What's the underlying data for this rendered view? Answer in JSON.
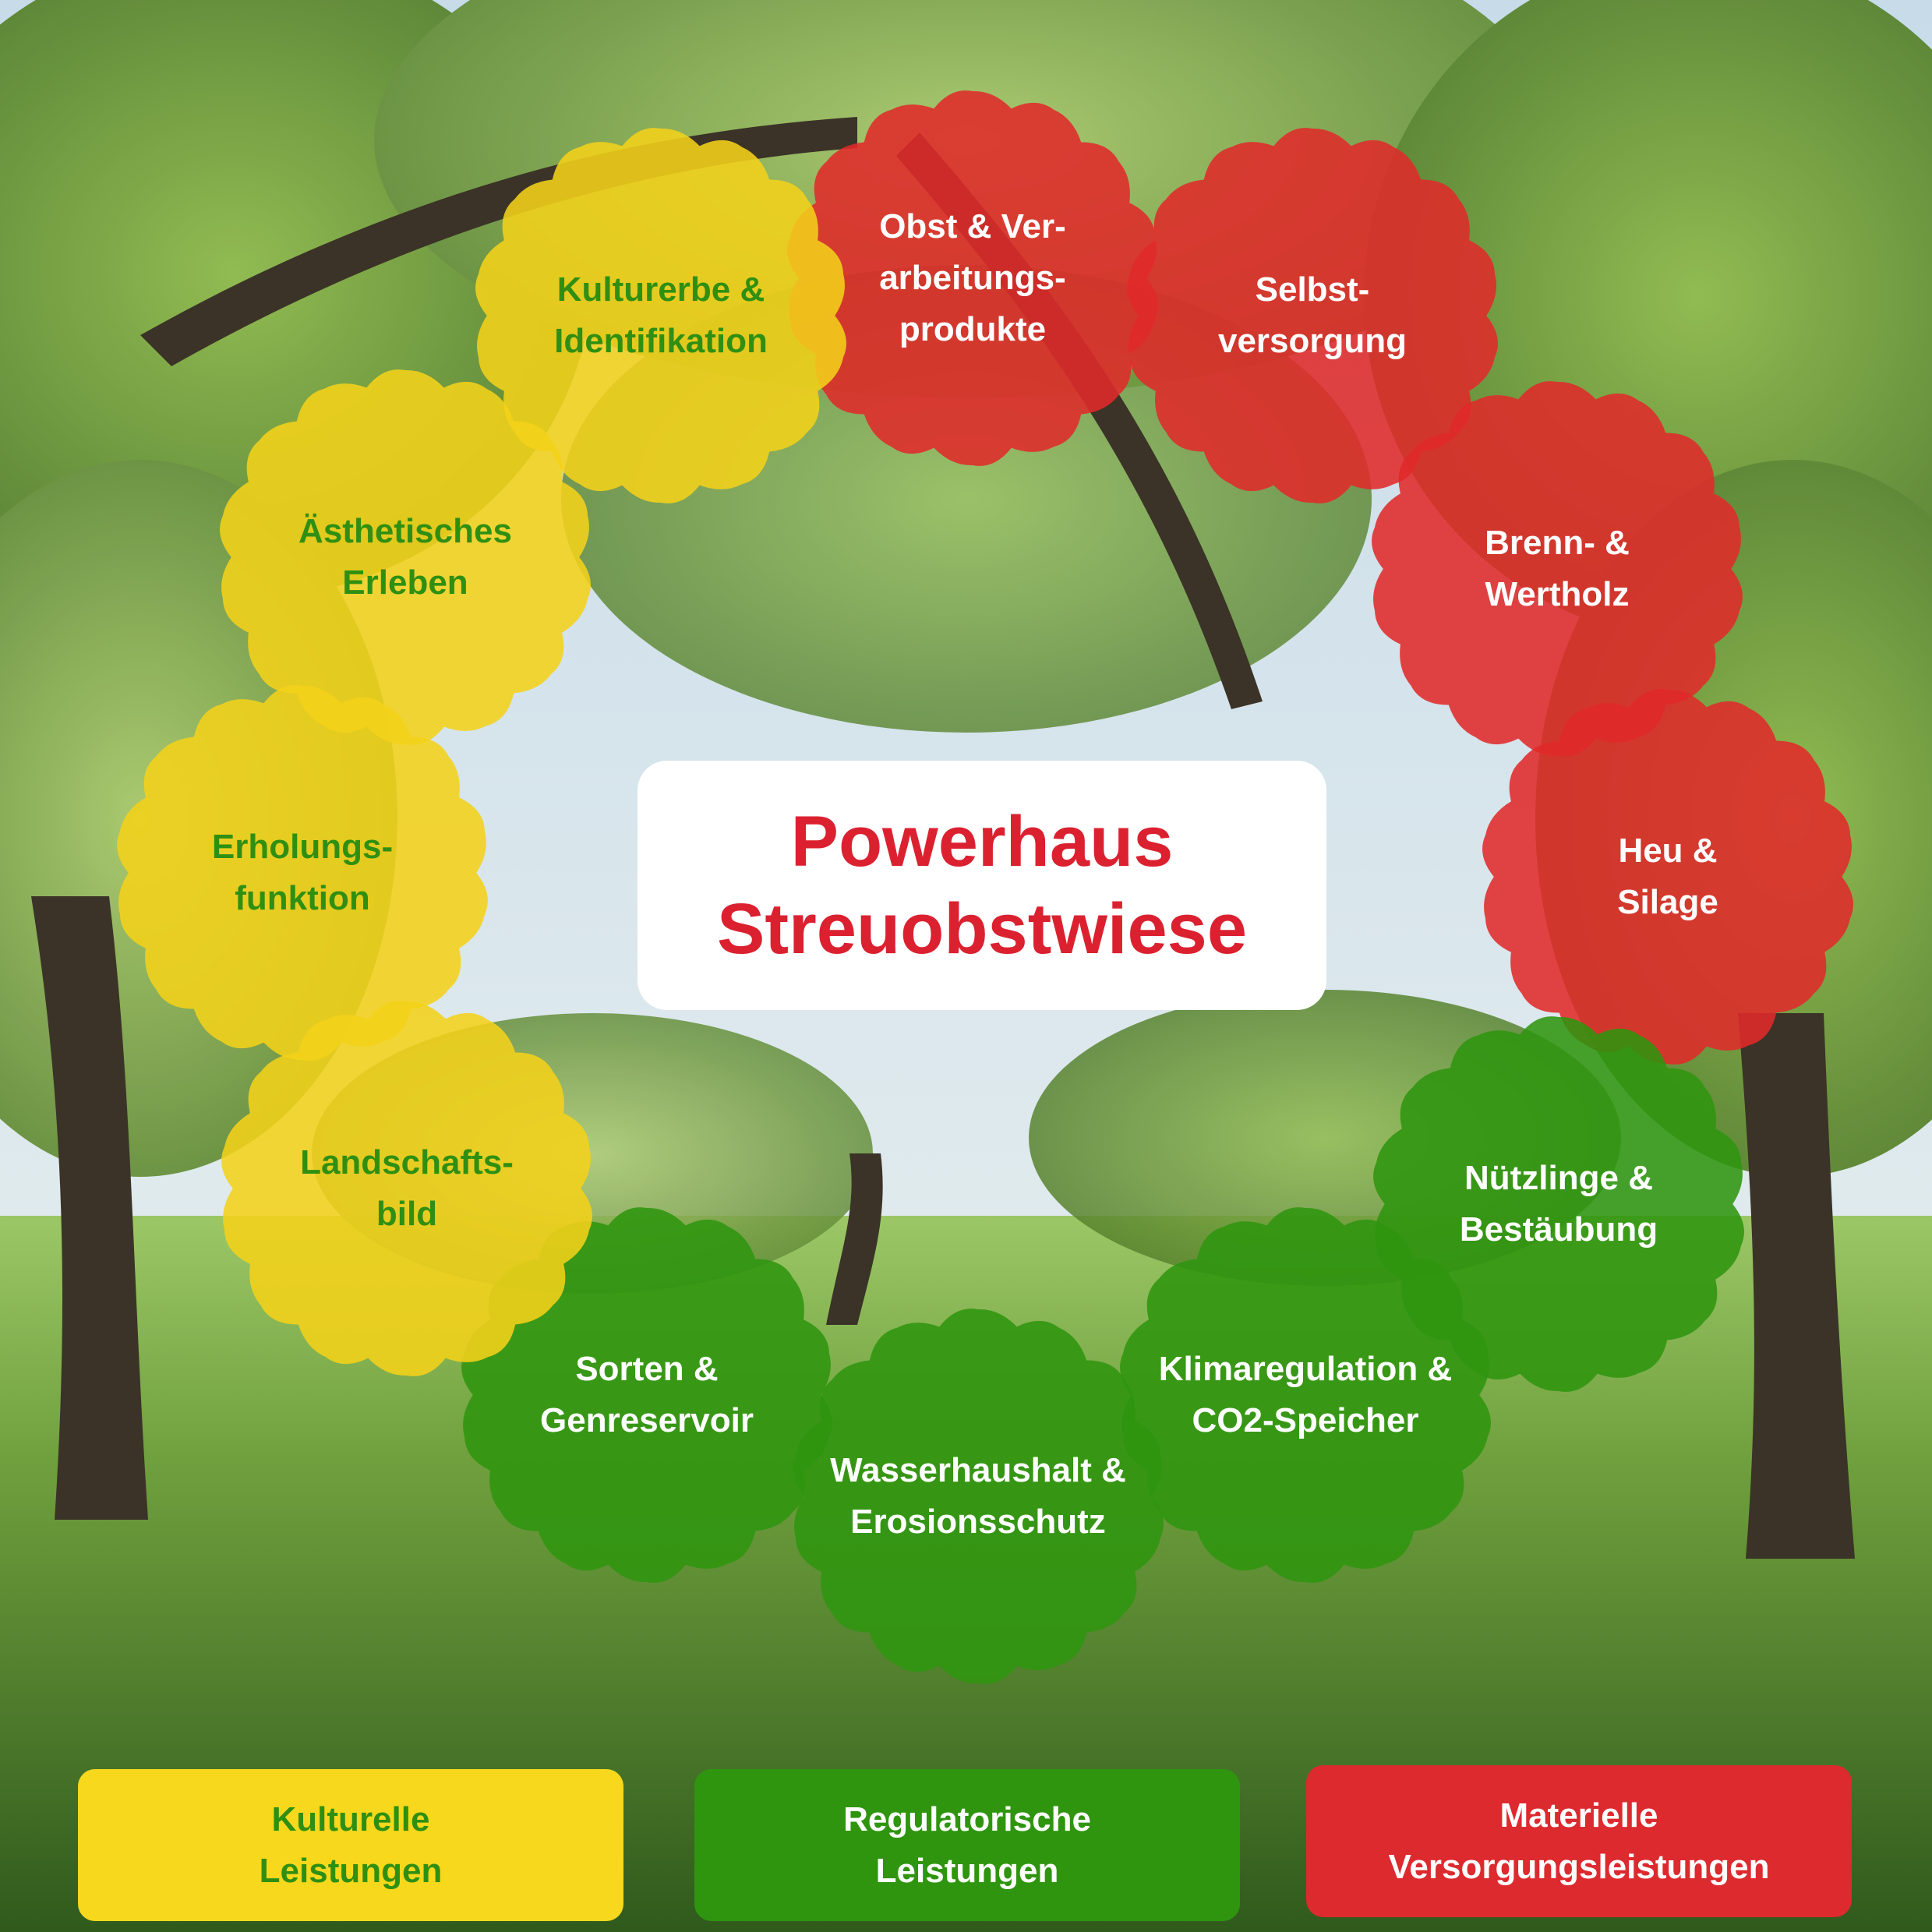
{
  "title": "Powerhaus\nStreuobstwiese",
  "colors": {
    "cultural": "#f4d21a",
    "material": "#e02a2a",
    "regulatory": "#2f950f",
    "green_text": "#2f8f12",
    "title_text": "#db2130"
  },
  "services": [
    {
      "id": "obst",
      "category": "material",
      "label": "Obst & Ver-\narbeitungs-\nprodukte"
    },
    {
      "id": "selbst",
      "category": "material",
      "label": "Selbst-\nversorgung"
    },
    {
      "id": "brennholz",
      "category": "material",
      "label": "Brenn- &\nWertholz"
    },
    {
      "id": "heu",
      "category": "material",
      "label": "Heu &\nSilage"
    },
    {
      "id": "nuetzlinge",
      "category": "regulatory",
      "label": "Nützlinge &\nBestäubung"
    },
    {
      "id": "klima",
      "category": "regulatory",
      "label": "Klimaregulation &\nCO2-Speicher"
    },
    {
      "id": "wasser",
      "category": "regulatory",
      "label": "Wasserhaushalt &\nErosionsschutz"
    },
    {
      "id": "sorten",
      "category": "regulatory",
      "label": "Sorten &\nGenreservoir"
    },
    {
      "id": "landschaft",
      "category": "cultural",
      "label": "Landschafts-\nbild"
    },
    {
      "id": "erholung",
      "category": "cultural",
      "label": "Erholungs-\nfunktion"
    },
    {
      "id": "aesthetik",
      "category": "cultural",
      "label": "Ästhetisches\nErleben"
    },
    {
      "id": "kulturerbe",
      "category": "cultural",
      "label": "Kulturerbe &\nIdentifikation"
    }
  ],
  "legend": {
    "cultural": "Kulturelle\nLeistungen",
    "regulatory": "Regulatorische\nLeistungen",
    "material": "Materielle\nVersorgungsleistungen"
  },
  "icons": {
    "flower_bubble": "scalloped-flower-icon"
  }
}
